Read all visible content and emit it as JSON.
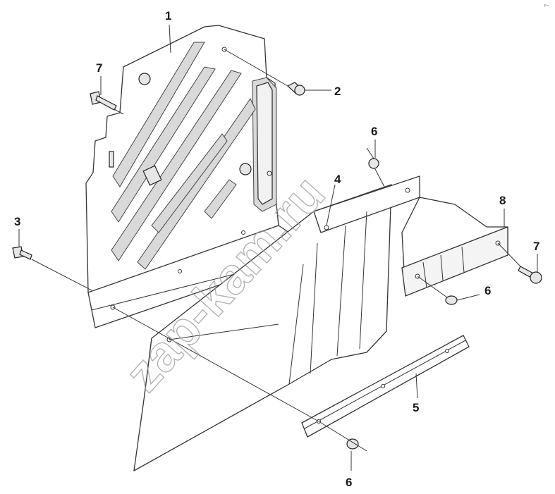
{
  "watermark": "zap-kam.ru",
  "corner_mark": "r~",
  "callouts": [
    {
      "id": "c1",
      "label": "1"
    },
    {
      "id": "c2",
      "label": "2"
    },
    {
      "id": "c3",
      "label": "3"
    },
    {
      "id": "c4",
      "label": "4"
    },
    {
      "id": "c5",
      "label": "5"
    },
    {
      "id": "c6a",
      "label": "6"
    },
    {
      "id": "c6b",
      "label": "6"
    },
    {
      "id": "c6c",
      "label": "6"
    },
    {
      "id": "c7a",
      "label": "7"
    },
    {
      "id": "c7b",
      "label": "7"
    },
    {
      "id": "c8",
      "label": "8"
    }
  ],
  "colors": {
    "line": "#333333",
    "shade": "#d9d9d9",
    "watermark": "#9a9a9a"
  }
}
